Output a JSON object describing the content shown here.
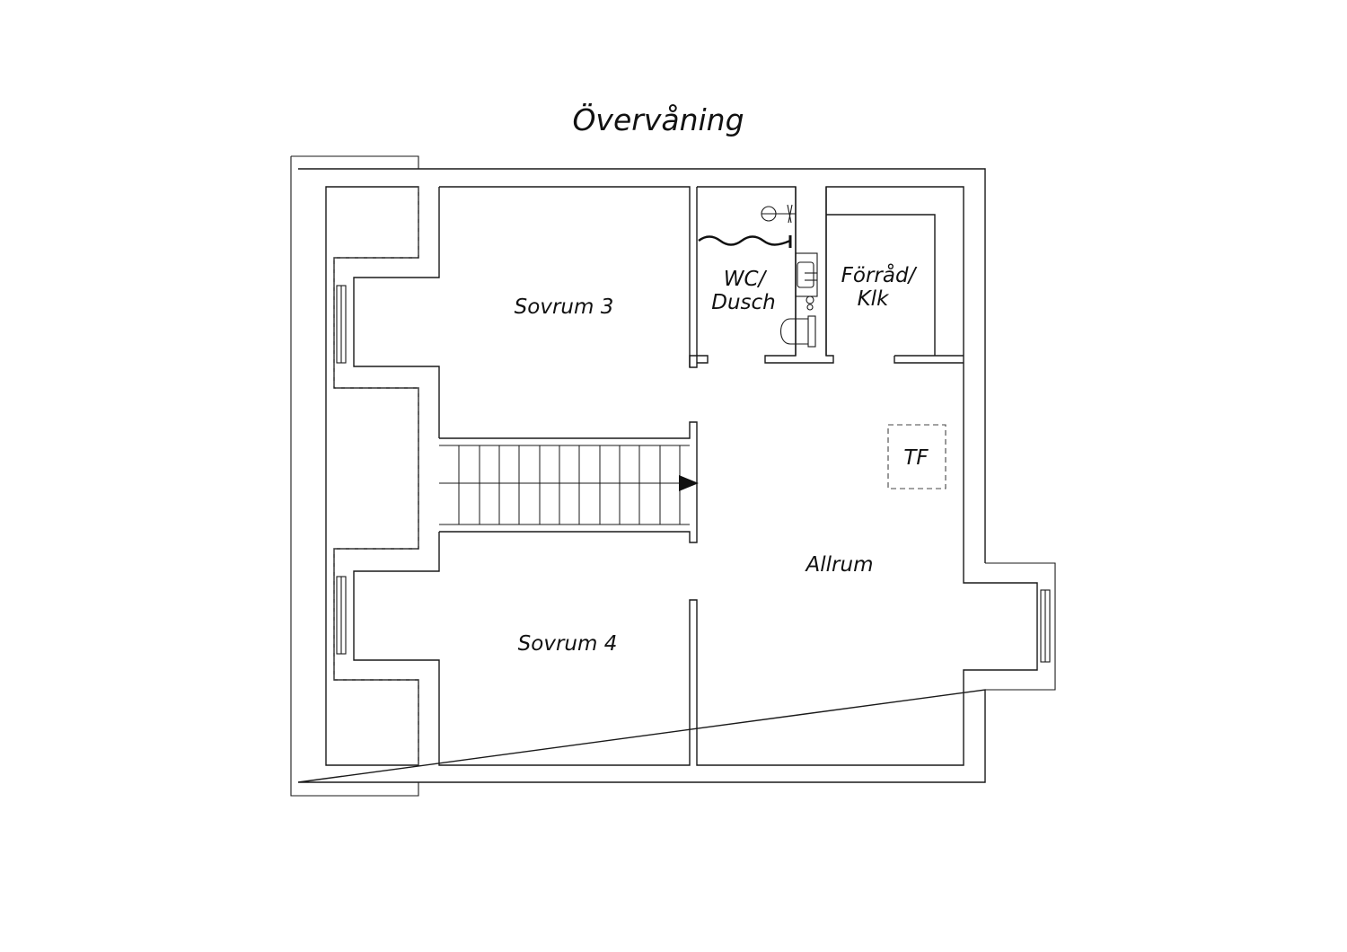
{
  "plan": {
    "title": "Övervåning",
    "rooms": {
      "sovrum3": "Sovrum 3",
      "sovrum4": "Sovrum 4",
      "wc_line1": "WC/",
      "wc_line2": "Dusch",
      "forrad_line1": "Förråd/",
      "forrad_line2": "Klk",
      "allrum": "Allrum",
      "tf": "TF"
    },
    "colors": {
      "line": "#1a1a1a",
      "background": "#ffffff"
    }
  }
}
